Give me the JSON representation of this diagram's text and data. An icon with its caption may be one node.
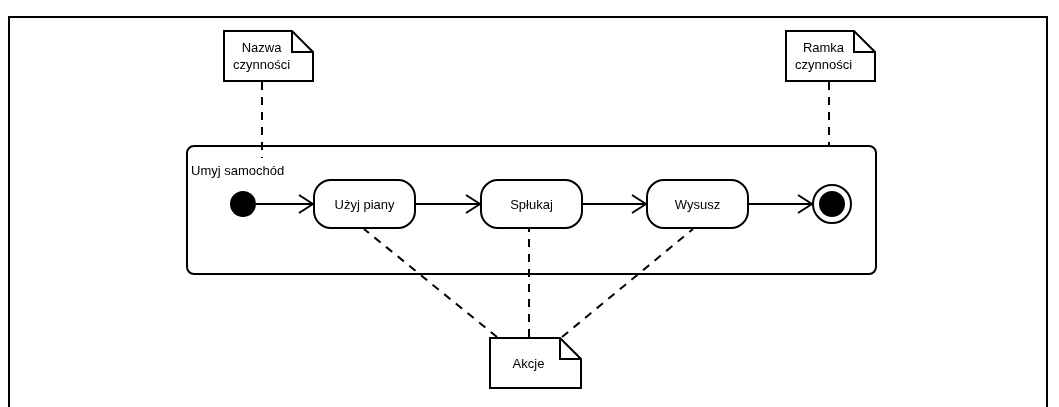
{
  "diagram": {
    "nodes": [
      {
        "text": [
          "Nazwa czynności"
        ]
      },
      {
        "text": [
          "Ramka czynności"
        ]
      },
      {
        "text": [
          "Umyj samochód"
        ]
      },
      {
        "text": [],
        "shape": "circle",
        "in": 2
      },
      {
        "text": [
          "Użyj piany"
        ],
        "in": 2
      },
      {
        "text": [
          "Spłukaj"
        ],
        "in": 2
      },
      {
        "text": [
          "Wysusz"
        ],
        "in": 2
      },
      {
        "text": [],
        "shape": "circle",
        "in": 2
      },
      {
        "text": [
          "Akcje"
        ]
      }
    ],
    "edges": [
      {
        "from": 3,
        "to": 4,
        "arrow": "to"
      },
      {
        "from": 4,
        "to": 5,
        "arrow": "to"
      },
      {
        "from": 5,
        "to": 6,
        "arrow": "to"
      },
      {
        "from": 6,
        "to": 7,
        "arrow": "to"
      },
      {
        "from": 0,
        "to": 2,
        "arrow": "none",
        "style": "dashed"
      },
      {
        "from": 1,
        "to": 2,
        "arrow": "none",
        "style": "dashed"
      },
      {
        "from": 8,
        "to": 4,
        "arrow": "none",
        "style": "dashed"
      },
      {
        "from": 8,
        "to": 5,
        "arrow": "none",
        "style": "dashed"
      },
      {
        "from": 8,
        "to": 6,
        "arrow": "none",
        "style": "dashed"
      }
    ]
  }
}
